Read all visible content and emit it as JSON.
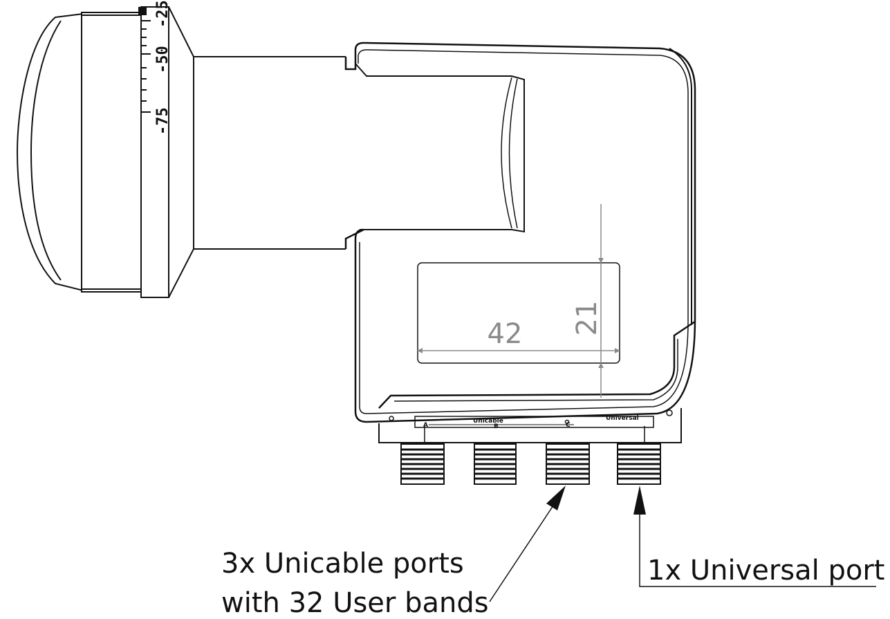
{
  "scale_ticks": [
    "-75",
    "-50",
    "-25"
  ],
  "dimensions": {
    "width": "42",
    "height": "21"
  },
  "label_area": {
    "left_text": "Unicable",
    "right_text": "Universal"
  },
  "port_marks": [
    "A",
    "B",
    "C"
  ],
  "callouts": {
    "unicable_line1": "3x Unicable ports",
    "unicable_line2": "with 32 User bands",
    "universal": "1x Universal port"
  }
}
